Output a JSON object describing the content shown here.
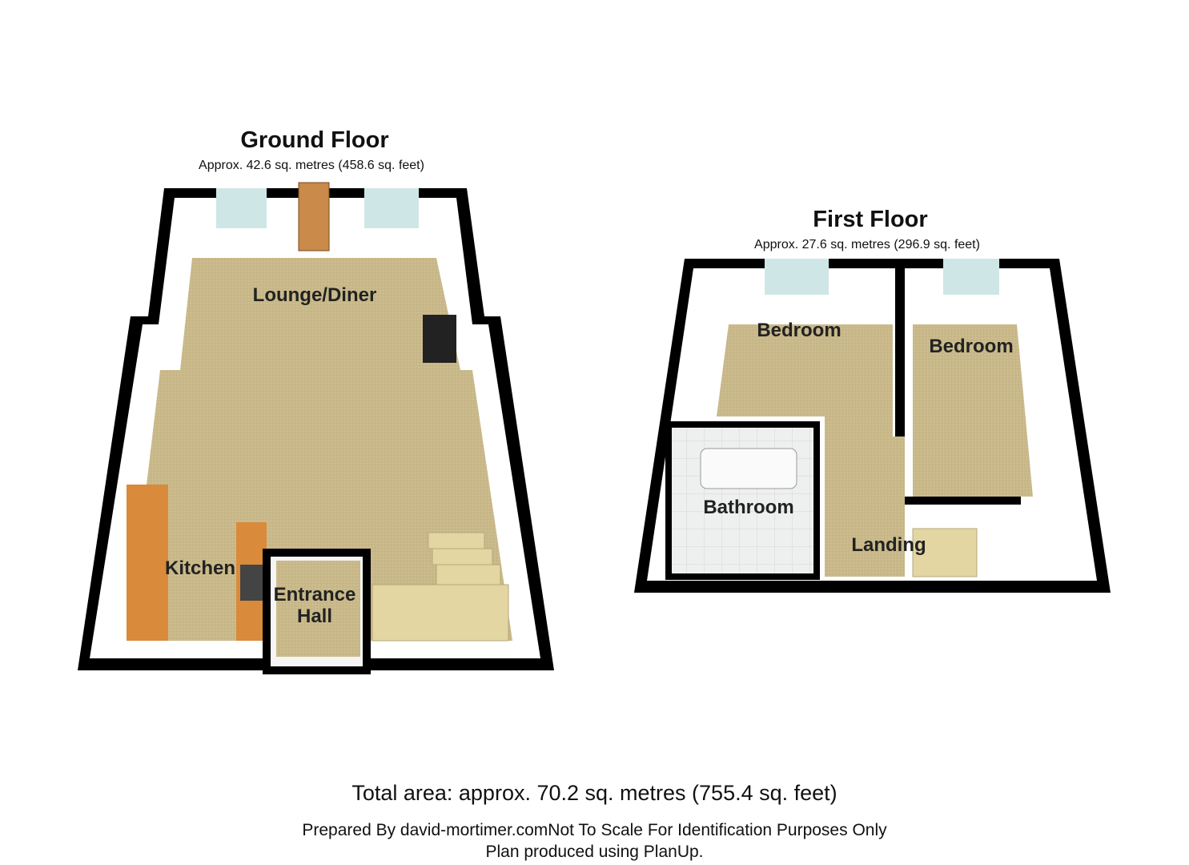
{
  "ground_floor": {
    "title": "Ground Floor",
    "area": "Approx.  42.6 sq. metres (458.6 sq. feet)",
    "rooms": [
      "Lounge/Diner",
      "Kitchen",
      "Entrance",
      "Hall"
    ]
  },
  "first_floor": {
    "title": "First Floor",
    "area": "Approx.  27.6 sq. metres (296.9 sq. feet)",
    "rooms": [
      "Bedroom",
      "Bedroom",
      "Bathroom",
      "Landing"
    ]
  },
  "footer": {
    "total": "Total area: approx.  70.2 sq. metres (755.4 sq. feet)",
    "prepared": "Prepared By david-mortimer.comNot To Scale  For Identification Purposes Only",
    "produced": "Plan produced using PlanUp."
  },
  "colors": {
    "floor": "#c9b98a",
    "wall": "#000000",
    "window": "#cfe6e6",
    "worktop": "#d98a3a"
  }
}
